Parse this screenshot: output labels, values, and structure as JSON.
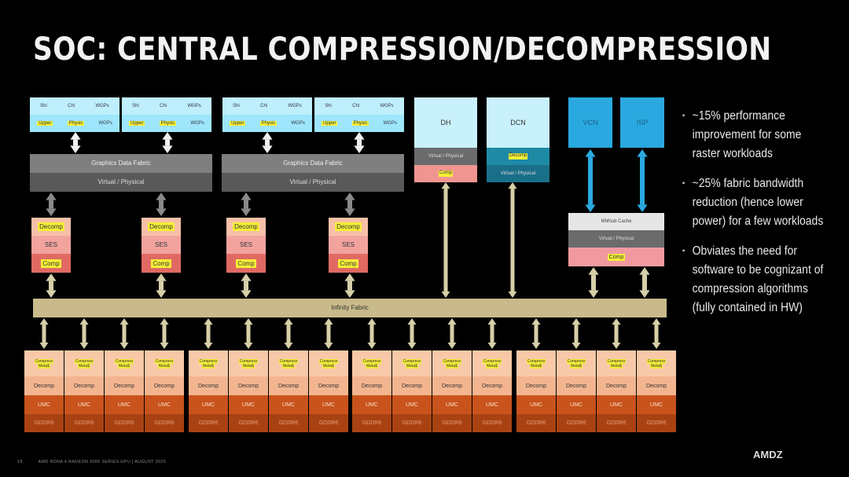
{
  "title": "SOC: CENTRAL COMPRESSION/DECOMPRESSION",
  "cu_row1": [
    "Shi",
    "Chi",
    "WGPs"
  ],
  "cu_row2": [
    "Upper",
    "Physic",
    "WGPs"
  ],
  "graphics_fabric": {
    "label": "Graphics Data Fabric",
    "sub": "Virtual / Physical"
  },
  "ses_block": {
    "top": "Decomp",
    "mid": "SES",
    "bottom": "Comp"
  },
  "dh": {
    "label": "DH",
    "sub": "Virtual / Physical",
    "tag": "Comp"
  },
  "dcn": {
    "label": "DCN",
    "tag": "Decomp",
    "sub": "Virtual / Physical"
  },
  "vcn": "VCN",
  "isp": "ISP",
  "media_stack": {
    "top": "MMhub Cache",
    "mid": "Virtual / Physical",
    "bottom": "Comp"
  },
  "infinity_fabric": "Infinity Fabric",
  "mc": {
    "top": "Compress",
    "top2": "Meta$",
    "decomp": "Decomp",
    "umc": "UMC",
    "phy": "GDDR6"
  },
  "bullets": [
    "~15% performance improvement for some raster workloads",
    "~25% fabric bandwidth reduction (hence lower power) for a few workloads",
    "Obviates the need for software to be cognizant of compression algorithms (fully contained in HW)"
  ],
  "footer": "AMD RDNA 4 RADEON 9000 SERIES GPU  |  AUGUST 2025",
  "page_num": "18",
  "logo": "AMDZ",
  "colors": {
    "accent_blue": "#2aa9e0",
    "cu": "#bfeffd",
    "fabric": "#c8ba8a",
    "arrow": "#d7cfa8"
  }
}
